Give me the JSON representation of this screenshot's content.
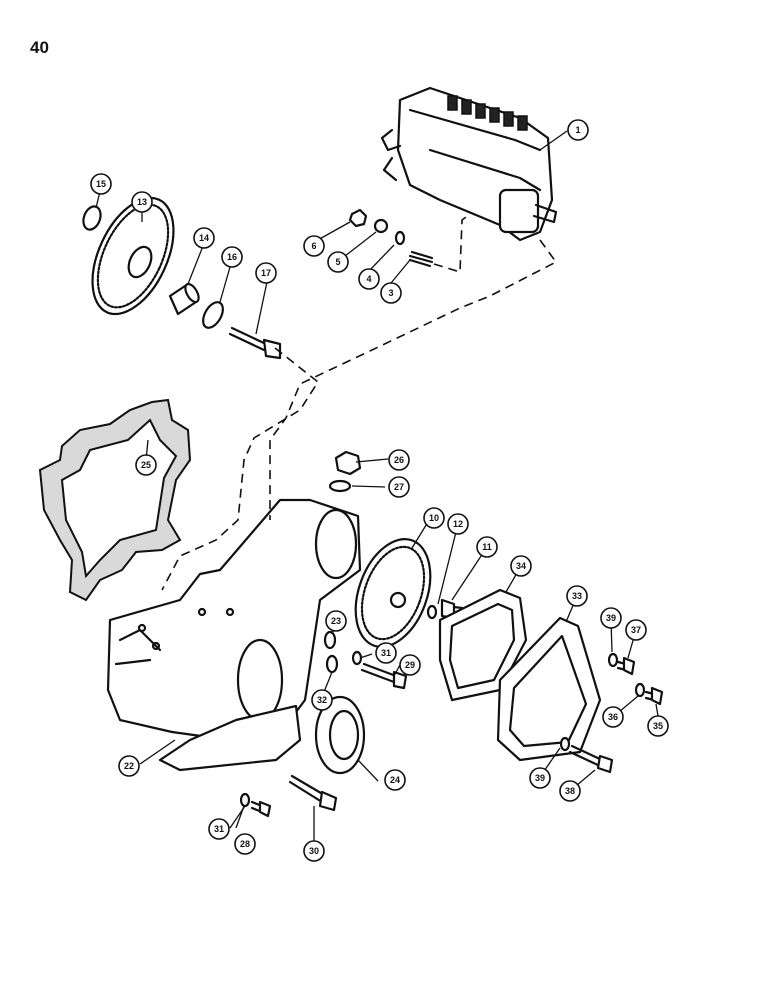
{
  "page": {
    "number": "40"
  },
  "callouts": [
    "1",
    "3",
    "4",
    "5",
    "6",
    "10",
    "11",
    "12",
    "13",
    "14",
    "15",
    "16",
    "17",
    "22",
    "23",
    "24",
    "25",
    "26",
    "27",
    "28",
    "29",
    "30",
    "31",
    "31",
    "31",
    "32",
    "33",
    "34",
    "35",
    "36",
    "37",
    "38",
    "39",
    "39"
  ]
}
